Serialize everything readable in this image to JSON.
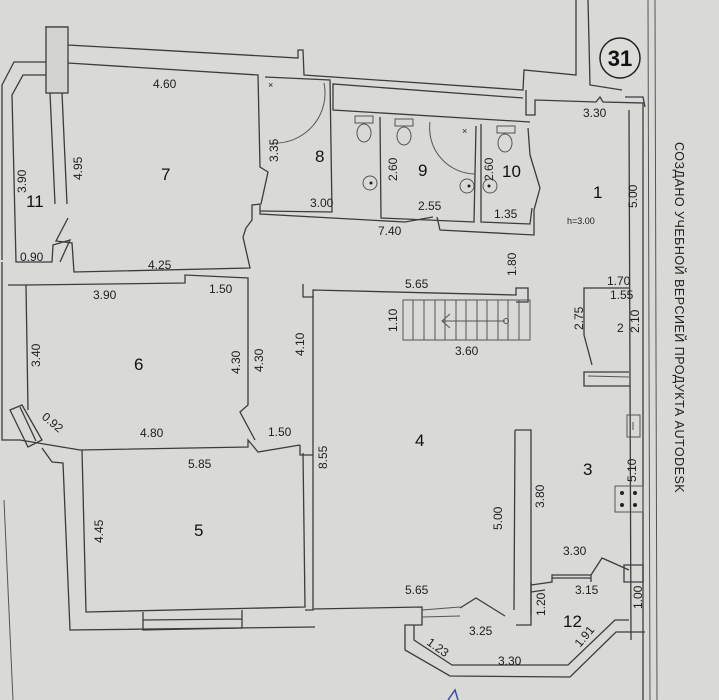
{
  "plan": {
    "apartment_number": "31",
    "watermark": "СОЗДАНО УЧЕБНОЙ ВЕРСИЕЙ ПРОДУКТА AUTODESK",
    "ceiling_height": "h=3.00",
    "colors": {
      "paper": "#d9d9d7",
      "wall_fill": "#d3d3d1",
      "line": "#3c3c3c",
      "text": "#1e1e1e"
    },
    "rooms": [
      {
        "id": "1",
        "label": "1"
      },
      {
        "id": "2",
        "label": "2"
      },
      {
        "id": "3",
        "label": "3"
      },
      {
        "id": "4",
        "label": "4"
      },
      {
        "id": "5",
        "label": "5"
      },
      {
        "id": "6",
        "label": "6"
      },
      {
        "id": "7",
        "label": "7"
      },
      {
        "id": "8",
        "label": "8"
      },
      {
        "id": "9",
        "label": "9"
      },
      {
        "id": "10",
        "label": "10"
      },
      {
        "id": "11",
        "label": "11"
      },
      {
        "id": "12",
        "label": "12"
      }
    ],
    "dimensions": {
      "r7_top": "4.60",
      "r7_left": "4.95",
      "r7_bottom": "4.25",
      "r11_left": "3.90",
      "r11_bottom": "0.90",
      "r8_left": "3.35",
      "r8_bottom": "3.00",
      "r9_left": "2.60",
      "r9_bottom": "2.55",
      "r10_left": "2.60",
      "r10_bottom": "1.35",
      "corridor": "7.40",
      "r1_top": "3.30",
      "r1_right": "5.00",
      "r1_left": "1.80",
      "r6_top": "3.90",
      "r6_top_right": "1.50",
      "r6_left": "3.40",
      "r6_right_inner": "4.30",
      "r6_right_outer": "4.30",
      "r6_corner": "0.92",
      "r6_bottom": "4.80",
      "hall_bottom": "1.50",
      "r4_left_top": "4.10",
      "r4_left": "8.55",
      "r4_top": "5.65",
      "stair_width": "1.10",
      "stair_length": "3.60",
      "r2_top_outer": "1.70",
      "r2_top_inner": "1.55",
      "r2_left": "2.75",
      "r2_right": "2.10",
      "r3_right": "5.10",
      "r3_left": "3.80",
      "r3_bottom": "3.30",
      "r4_right": "5.00",
      "r4_bottom": "5.65",
      "r5_top": "5.85",
      "r5_left": "4.45",
      "r12_top": "3.15",
      "r12_left": "1.20",
      "r12_right": "1.00",
      "r12_door": "3.25",
      "r12_diag_left": "1.23",
      "r12_bottom": "3.30",
      "r12_diag_right": "1.91"
    }
  }
}
